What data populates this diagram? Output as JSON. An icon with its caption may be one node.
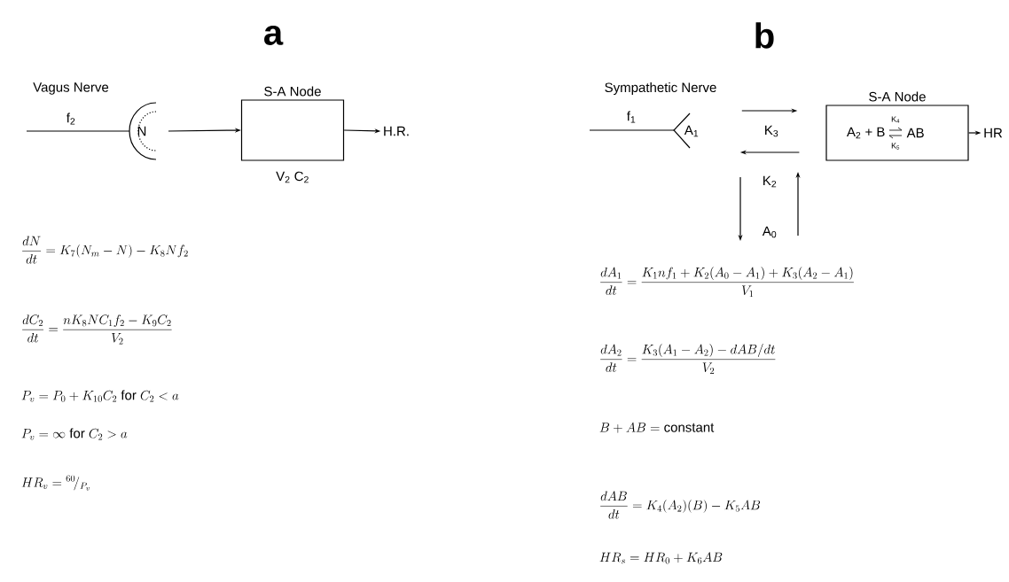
{
  "diagram": {
    "nodes": [
      {
        "text": [
          "N"
        ]
      },
      {
        "text": [
          "S-A Node"
        ],
        "beside": [
          "V$_{2}$ C$_{2}$"
        ]
      },
      {
        "text": [
          "H.R."
        ]
      },
      {
        "text": [
          "A$_{1}$"
        ]
      },
      {
        "text": [
          "S-A Node",
          "A$_{2}$ + B",
          "K$_{4}$",
          "K$_{5}$",
          "AB"
        ]
      },
      {
        "text": [
          "A$_{0}$"
        ]
      },
      {
        "text": [
          "HR"
        ]
      }
    ],
    "edges": [
      {
        "from": null,
        "to": 0,
        "arrow": "none",
        "label": "f$_{2}$"
      },
      {
        "from": 0,
        "to": 1,
        "arrow": "to"
      },
      {
        "from": 1,
        "to": 2,
        "arrow": "to"
      },
      {
        "from": null,
        "to": 3,
        "arrow": "none",
        "label": "f$_{1}$"
      },
      {
        "from": 3,
        "to": 4,
        "arrow": "to",
        "label": "K$_{3}$"
      },
      {
        "from": 4,
        "to": 3,
        "arrow": "to"
      },
      {
        "from": null,
        "to": 5,
        "arrow": "to",
        "label": "K$_{2}$"
      },
      {
        "from": 5,
        "to": null,
        "arrow": "to"
      },
      {
        "from": 4,
        "to": 6,
        "arrow": "to"
      }
    ],
    "labels": [
      "a",
      "b",
      "Vagus Nerve",
      "Sympathetic Nerve",
      "\\frac{dN}{dt} = K_7(N_m - N) - K_8 N f_2",
      "\\frac{dC_2}{dt} = \\frac{nK_8 N C_1 f_2 - K_9 C_2}{V_2}",
      "P_v = P_0 + K_{10} C_2 \\text{ for } C_2 < a",
      "P_v = \\infty \\text{ for } C_2 > a",
      "HR_v = {}^{60}\\!/_{P_v}",
      "\\frac{dA_1}{dt} = \\frac{K_1 n f_1 + K_2(A_0 - A_1) + K_3(A_2 - A_1)}{V_1}",
      "\\frac{dA_2}{dt} = \\frac{K_3(A_1 - A_2) - dAB/dt}{V_2}",
      "B + AB = \\text{constant}",
      "\\frac{dAB}{dt} = K_4(A_2)(B) - K_5 AB",
      "HR_s = HR_0 + K_6 AB"
    ]
  }
}
